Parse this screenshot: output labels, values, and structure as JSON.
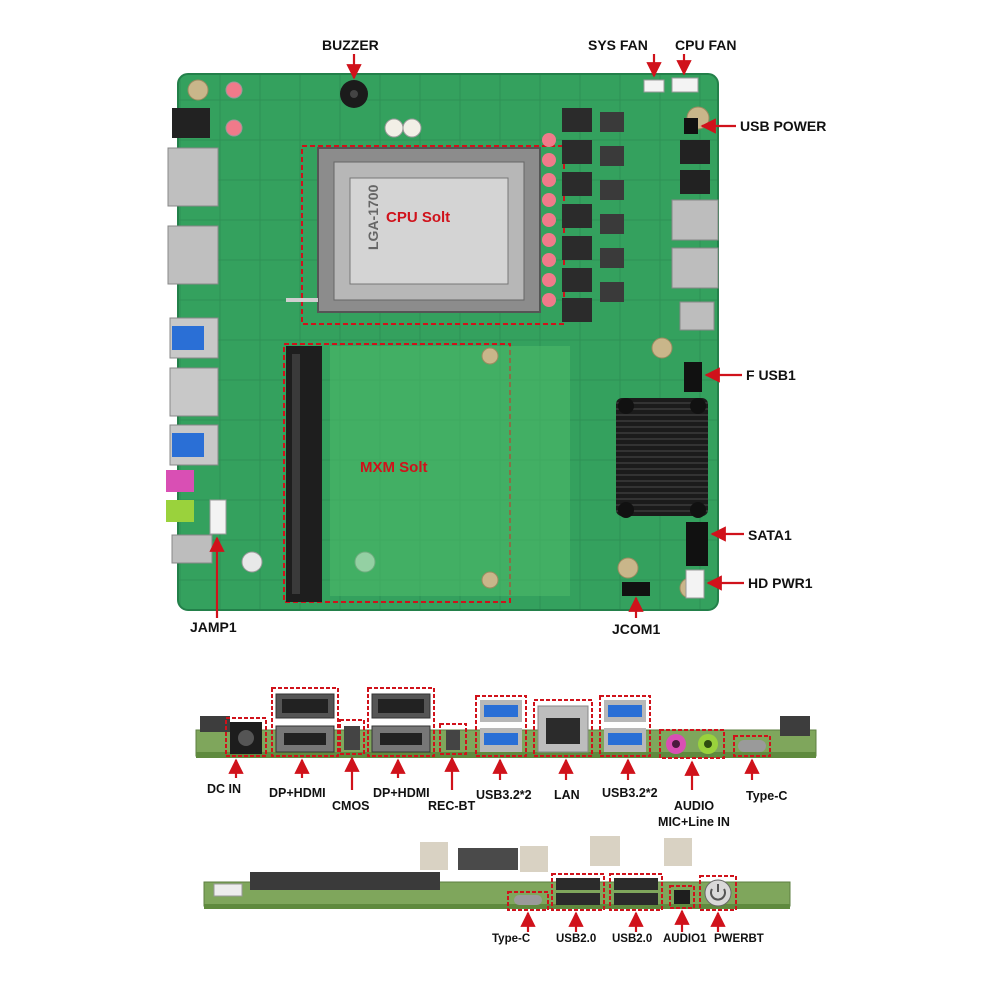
{
  "board_labels": {
    "buzzer": "BUZZER",
    "sys_fan": "SYS FAN",
    "cpu_fan": "CPU FAN",
    "usb_power": "USB POWER",
    "f_usb1": "F USB1",
    "sata1": "SATA1",
    "hd_pwr1": "HD PWR1",
    "jamp1": "JAMP1",
    "jcom1": "JCOM1",
    "cpu_socket": "CPU Solt",
    "mxm_socket": "MXM Solt",
    "socket_marking": "LGA-1700"
  },
  "rear_io_labels": {
    "dc_in": "DC IN",
    "dp_hdmi_1": "DP+HDMI",
    "cmos": "CMOS",
    "dp_hdmi_2": "DP+HDMI",
    "rec_bt": "REC-BT",
    "usb32_a": "USB3.2*2",
    "lan": "LAN",
    "usb32_b": "USB3.2*2",
    "audio_title": "AUDIO",
    "audio_sub": "MIC+Line IN",
    "type_c": "Type-C"
  },
  "front_io_labels": {
    "type_c": "Type-C",
    "usb20_a": "USB2.0",
    "usb20_b": "USB2.0",
    "audio1": "AUDIO1",
    "pwerbt": "PWERBT"
  },
  "colors": {
    "pcb_green": "#2f9a58",
    "callout_red": "#d0121b",
    "heatsink": "#1b1b1b"
  }
}
